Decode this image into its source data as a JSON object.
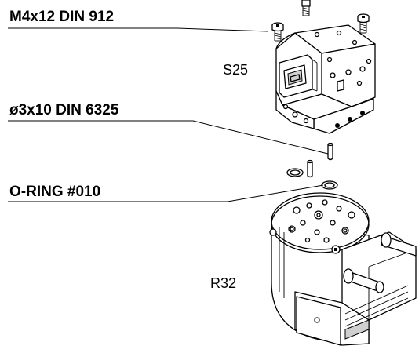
{
  "callouts": {
    "screw": "M4x12 DIN 912",
    "pin": "ø3x10 DIN 6325",
    "oring": "O-RING #010"
  },
  "parts": {
    "upper_module": "S25",
    "lower_module": "R32"
  },
  "colors": {
    "line": "#000000",
    "background": "#ffffff"
  }
}
